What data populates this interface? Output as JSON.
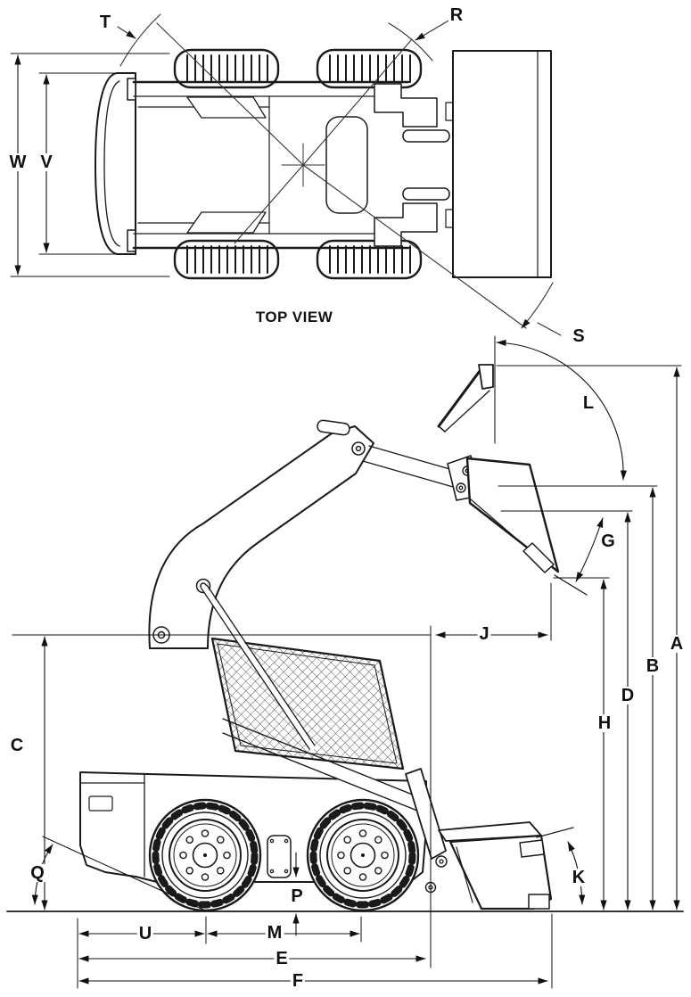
{
  "title": "TOP VIEW",
  "dimension_labels": {
    "W": "W",
    "V": "V",
    "T": "T",
    "R": "R",
    "S": "S",
    "L": "L",
    "G": "G",
    "A": "A",
    "B": "B",
    "D": "D",
    "H": "H",
    "C": "C",
    "J": "J",
    "K": "K",
    "Q": "Q",
    "P": "P",
    "U": "U",
    "M": "M",
    "E": "E",
    "F": "F"
  },
  "colors": {
    "line": "#1a1a1a",
    "background": "#ffffff"
  }
}
